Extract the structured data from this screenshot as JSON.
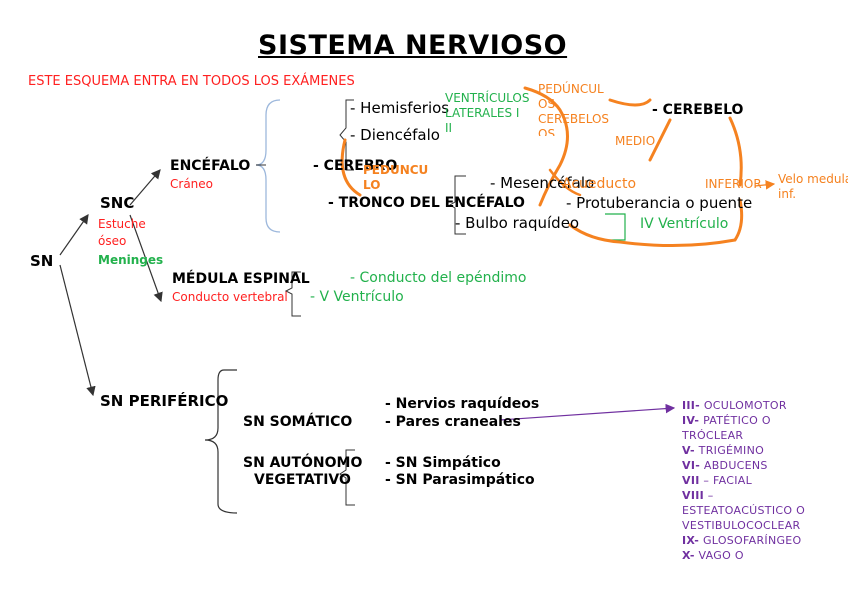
{
  "title": "SISTEMA NERVIOSO",
  "note": "ESTE ESQUEMA ENTRA EN TODOS LOS EXÁMENES",
  "sn": "SN",
  "snc": {
    "label": "SNC",
    "sub1": "Estuche",
    "sub2": "óseo",
    "sub3": "Meninges"
  },
  "encefalo": {
    "label": "ENCÉFALO",
    "sub": "Cráneo"
  },
  "cerebro": {
    "label": "- CEREBRO",
    "hemisferios": "- Hemisferios",
    "diencefalo": "- Diencéfalo"
  },
  "tronco": {
    "label": "- TRONCO DEL ENCÉFALO",
    "mesencefalo": "- Mesencéfalo",
    "protuberancia": "- Protuberancia o puente",
    "bulbo": "- Bulbo raquídeo"
  },
  "cerebelo": "- CEREBELO",
  "medula": {
    "label": "MÉDULA ESPINAL",
    "sub": "Conducto vertebral",
    "ependimo": "- Conducto del epéndimo",
    "v_ventriculo": "- V Ventrículo"
  },
  "annotations": {
    "ventriculos_laterales": [
      "VENTRÍCULOS",
      "LATERALES   I",
      "II"
    ],
    "pedunculos_cerebelosos": [
      "PEDÚNCUL",
      "OS",
      "CEREBELOS",
      "OS"
    ],
    "medio": "MEDIO",
    "inferior": "INFERIOR",
    "velo": [
      "Velo medular",
      "inf."
    ],
    "pedunculo": [
      "PEDUNCU",
      "LO"
    ],
    "acueducto": "Acueducto",
    "iv_ventriculo": "IV Ventrículo"
  },
  "periferico": {
    "label": "SN PERIFÉRICO",
    "somatico": "SN SOMÁTICO",
    "nervios": "- Nervios raquídeos",
    "pares": "- Pares craneales",
    "autonomo1": "SN AUTÓNOMO",
    "autonomo2": "VEGETATIVO",
    "simpatico": "- SN Simpático",
    "parasimpatico": "- SN Parasimpático"
  },
  "pares_craneales": [
    {
      "num": "III-",
      "name": " OCULOMOTOR"
    },
    {
      "num": "IV-",
      "name": " PATÉTICO O"
    },
    {
      "num": "",
      "name": "TRÓCLEAR"
    },
    {
      "num": "V-",
      "name": " TRIGÉMINO"
    },
    {
      "num": "VI-",
      "name": " ABDUCENS"
    },
    {
      "num": "VII",
      "name": " – FACIAL"
    },
    {
      "num": "VIII",
      "name": " –"
    },
    {
      "num": "",
      "name": "ESTEATOACÚSTICO O"
    },
    {
      "num": "",
      "name": "VESTIBULOCOCLEAR"
    },
    {
      "num": "IX-",
      "name": " GLOSOFARÍNGEO"
    },
    {
      "num": "X-",
      "name": " VAGO O"
    }
  ],
  "colors": {
    "red": "#ff2020",
    "green": "#22b14c",
    "orange": "#f58220",
    "purple": "#7030a0",
    "blue_bracket": "#9db8dc"
  }
}
